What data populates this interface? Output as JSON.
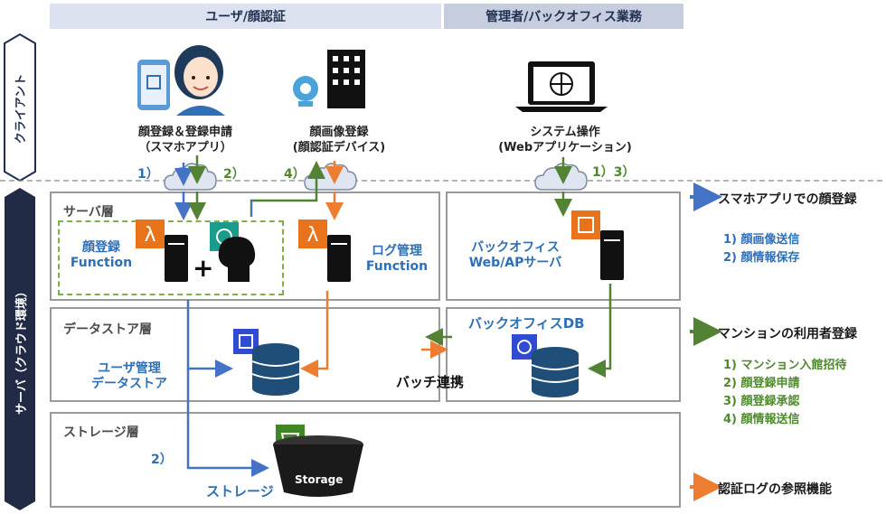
{
  "header": {
    "user_section": "ユーザ/顔認証",
    "admin_section": "管理者/バックオフィス業務"
  },
  "sidebar": {
    "client": "クライアント",
    "server": "サーバ（クラウド環境）"
  },
  "clients": {
    "smartphone": {
      "line1": "顔登録＆登録申請",
      "line2": "（スマホアプリ）"
    },
    "device": {
      "line1": "顔画像登録",
      "line2": "(顔認証デバイス)"
    },
    "system": {
      "line1": "システム操作",
      "line2": "(Webアプリケーション)"
    }
  },
  "arrow_labels": {
    "a1": "1）",
    "a2": "2）",
    "a4": "4）",
    "a13": "1）3）",
    "storage2": "2）"
  },
  "layers": {
    "server": "サーバ層",
    "datastore": "データストア層",
    "storage": "ストレージ層"
  },
  "components": {
    "face_function": {
      "line1": "顔登録",
      "line2": "Function"
    },
    "log_function": {
      "line1": "ログ管理",
      "line2": "Function"
    },
    "backoffice_server": {
      "line1": "バックオフィス",
      "line2": "Web/APサーバ"
    },
    "user_datastore": {
      "line1": "ユーザ管理",
      "line2": "データストア"
    },
    "backoffice_db": "バックオフィスDB",
    "batch": "バッチ連携",
    "storage_label": "ストレージ",
    "storage_bucket": "Storage",
    "plus": "+"
  },
  "legend": {
    "blue_title": "スマホアプリでの顔登録",
    "blue_items": [
      "1) 顔画像送信",
      "2) 顔情報保存"
    ],
    "green_title": "マンションの利用者登録",
    "green_items": [
      "1) マンション入館招待",
      "2) 顔登録申請",
      "3) 顔登録承認",
      "4) 顔情報送信"
    ],
    "orange_title": "認証ログの参照機能"
  },
  "colors": {
    "blue": "#4472c4",
    "green": "#548235",
    "orange": "#ed7d31",
    "navy": "#1f2f4f",
    "aws_orange": "#e8731a",
    "aws_green": "#3f8624",
    "aws_blue": "#2e4bd1"
  }
}
